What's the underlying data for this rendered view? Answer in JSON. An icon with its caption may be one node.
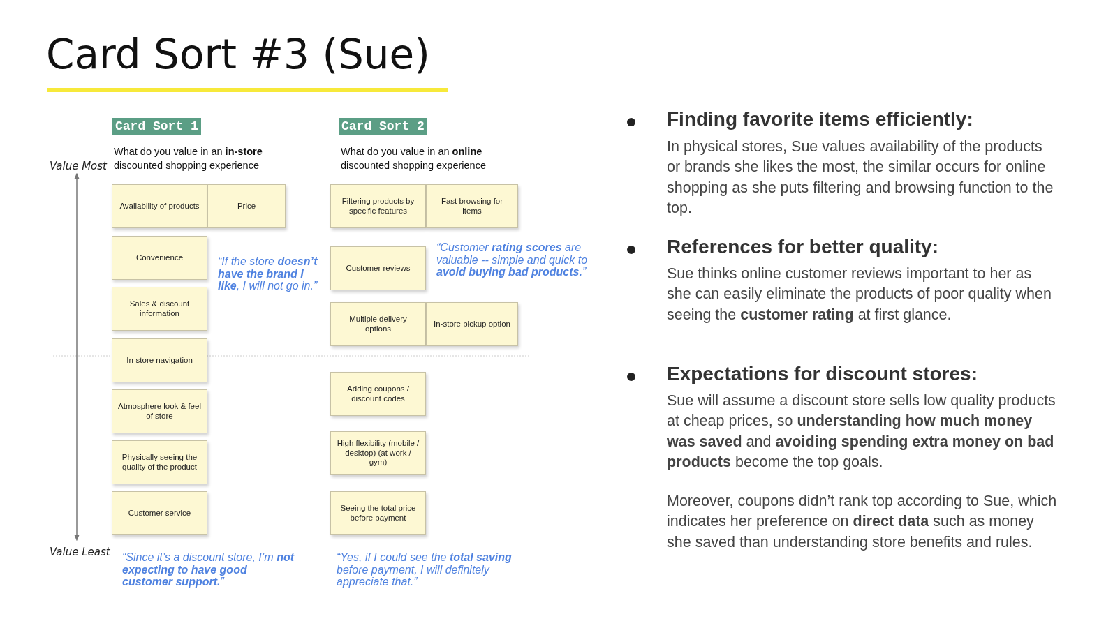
{
  "diagram": {
    "title": "Card Sort #3 (Sue)",
    "nodes": [
      {
        "text": [
          "Card Sort 1"
        ]
      },
      {
        "text": [
          "Card Sort 2"
        ]
      },
      {
        "text": [
          "Availability of products"
        ]
      },
      {
        "text": [
          "Price"
        ]
      },
      {
        "text": [
          "Convenience"
        ]
      },
      {
        "text": [
          "Sales & discount information"
        ]
      },
      {
        "text": [
          "In-store navigation"
        ]
      },
      {
        "text": [
          "Atmosphere look & feel of store"
        ]
      },
      {
        "text": [
          "Physically seeing the quality of the product"
        ]
      },
      {
        "text": [
          "Customer service"
        ]
      },
      {
        "text": [
          "Filtering products by specific features"
        ]
      },
      {
        "text": [
          "Fast browsing for items"
        ]
      },
      {
        "text": [
          "Customer reviews"
        ]
      },
      {
        "text": [
          "Multiple delivery options"
        ]
      },
      {
        "text": [
          "In-store pickup option"
        ]
      },
      {
        "text": [
          "Adding coupons / discount codes"
        ]
      },
      {
        "text": [
          "High flexibility (mobile / desktop) (at work / gym)"
        ]
      },
      {
        "text": [
          "Seeing the total price before payment"
        ]
      }
    ],
    "edges": [],
    "labels": [
      "Value Most",
      "What do you value in an **in-store** discounted shopping experience",
      "What do you value in an **online** discounted shopping experience",
      "“Customer **rating scores** are valuable -- simple and quick to **avoid buying bad products.**”",
      "“If the store **doesn’t have the brand I like**, I will not go in.”",
      "Value Least",
      "“Since it’s a discount store, I’m **not expecting to have good customer support.**”",
      "“Yes, if I could see the **total saving** before payment, I will definitely appreciate that.”",
      "Finding favorite items efficiently:",
      "In physical stores, Sue values availability of the products or brands she likes the most, the similar occurs for online shopping as she puts filtering and browsing function to the top.",
      "References for better quality:",
      "Sue thinks online customer reviews important to her as she can easily eliminate the products of poor quality when seeing the **customer rating** at first glance.",
      "Expectations for discount stores:",
      "Sue will assume a discount store sells low quality products at cheap prices, so **understanding how much money was saved** and **avoiding spending extra money on bad products** become the top goals.",
      "Moreover, coupons didn’t rank top according to Sue, which indicates her preference on **direct data** such as money she saved than understanding store benefits and rules."
    ]
  }
}
